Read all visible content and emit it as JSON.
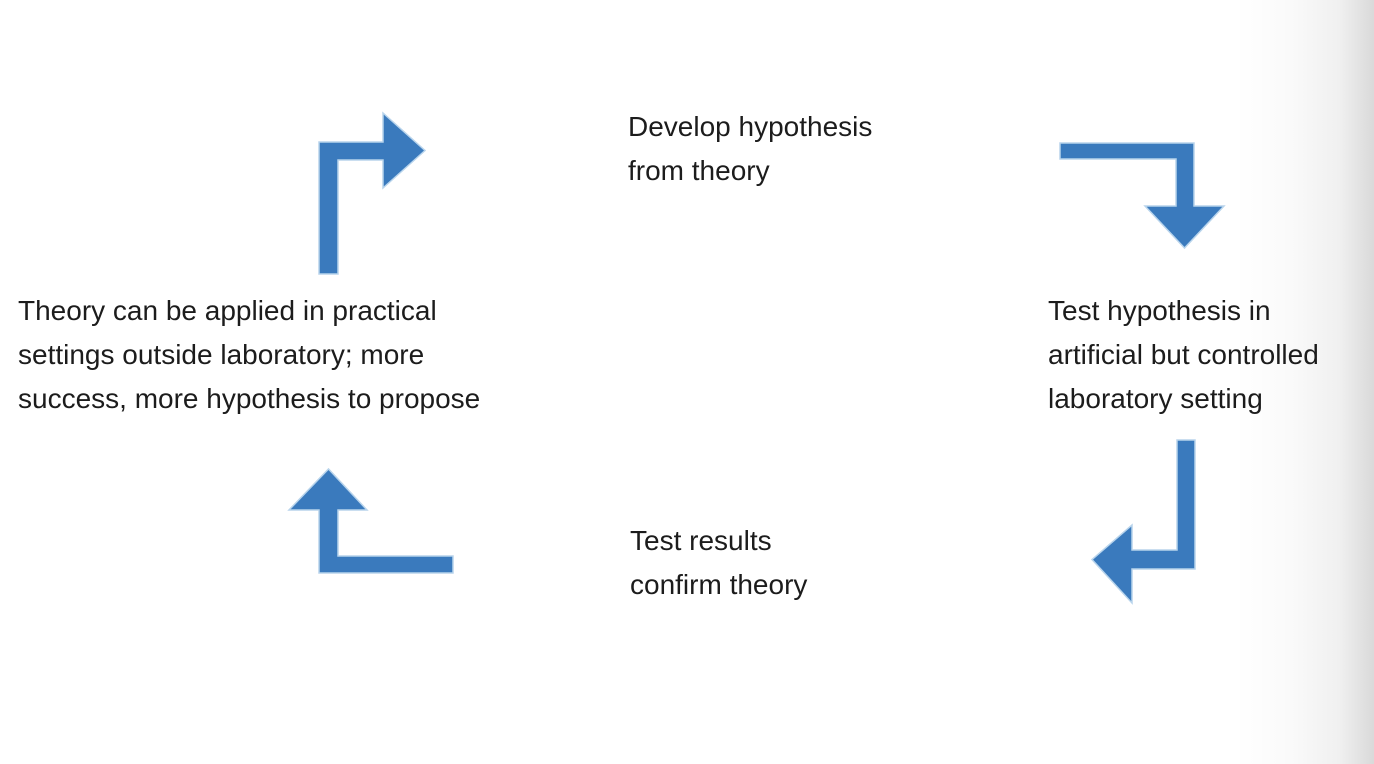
{
  "page": {
    "background": "#ffffff"
  },
  "colors": {
    "arrow_fill": "#3a7abd",
    "arrow_stroke": "#b8d4ec",
    "text": "#1c1c1c"
  },
  "diagram": {
    "type": "cycle",
    "labels": {
      "top": {
        "lines": [
          "Develop hypothesis",
          "from theory"
        ]
      },
      "right": {
        "lines": [
          "Test hypothesis in",
          "artificial but controlled",
          "laboratory setting"
        ]
      },
      "bottom": {
        "lines": [
          "Test results",
          "confirm theory"
        ]
      },
      "left": {
        "lines": [
          "Theory can be applied in practical",
          "settings outside laboratory; more",
          "success, more hypothesis to propose"
        ]
      }
    },
    "arrows": [
      {
        "name": "up-then-right-arrow",
        "direction": "up-then-right",
        "position": "top-left"
      },
      {
        "name": "right-then-down-arrow",
        "direction": "right-then-down",
        "position": "top-right"
      },
      {
        "name": "down-then-left-arrow",
        "direction": "down-then-left",
        "position": "bottom-right"
      },
      {
        "name": "left-then-up-arrow",
        "direction": "left-then-up",
        "position": "bottom-left"
      }
    ]
  }
}
